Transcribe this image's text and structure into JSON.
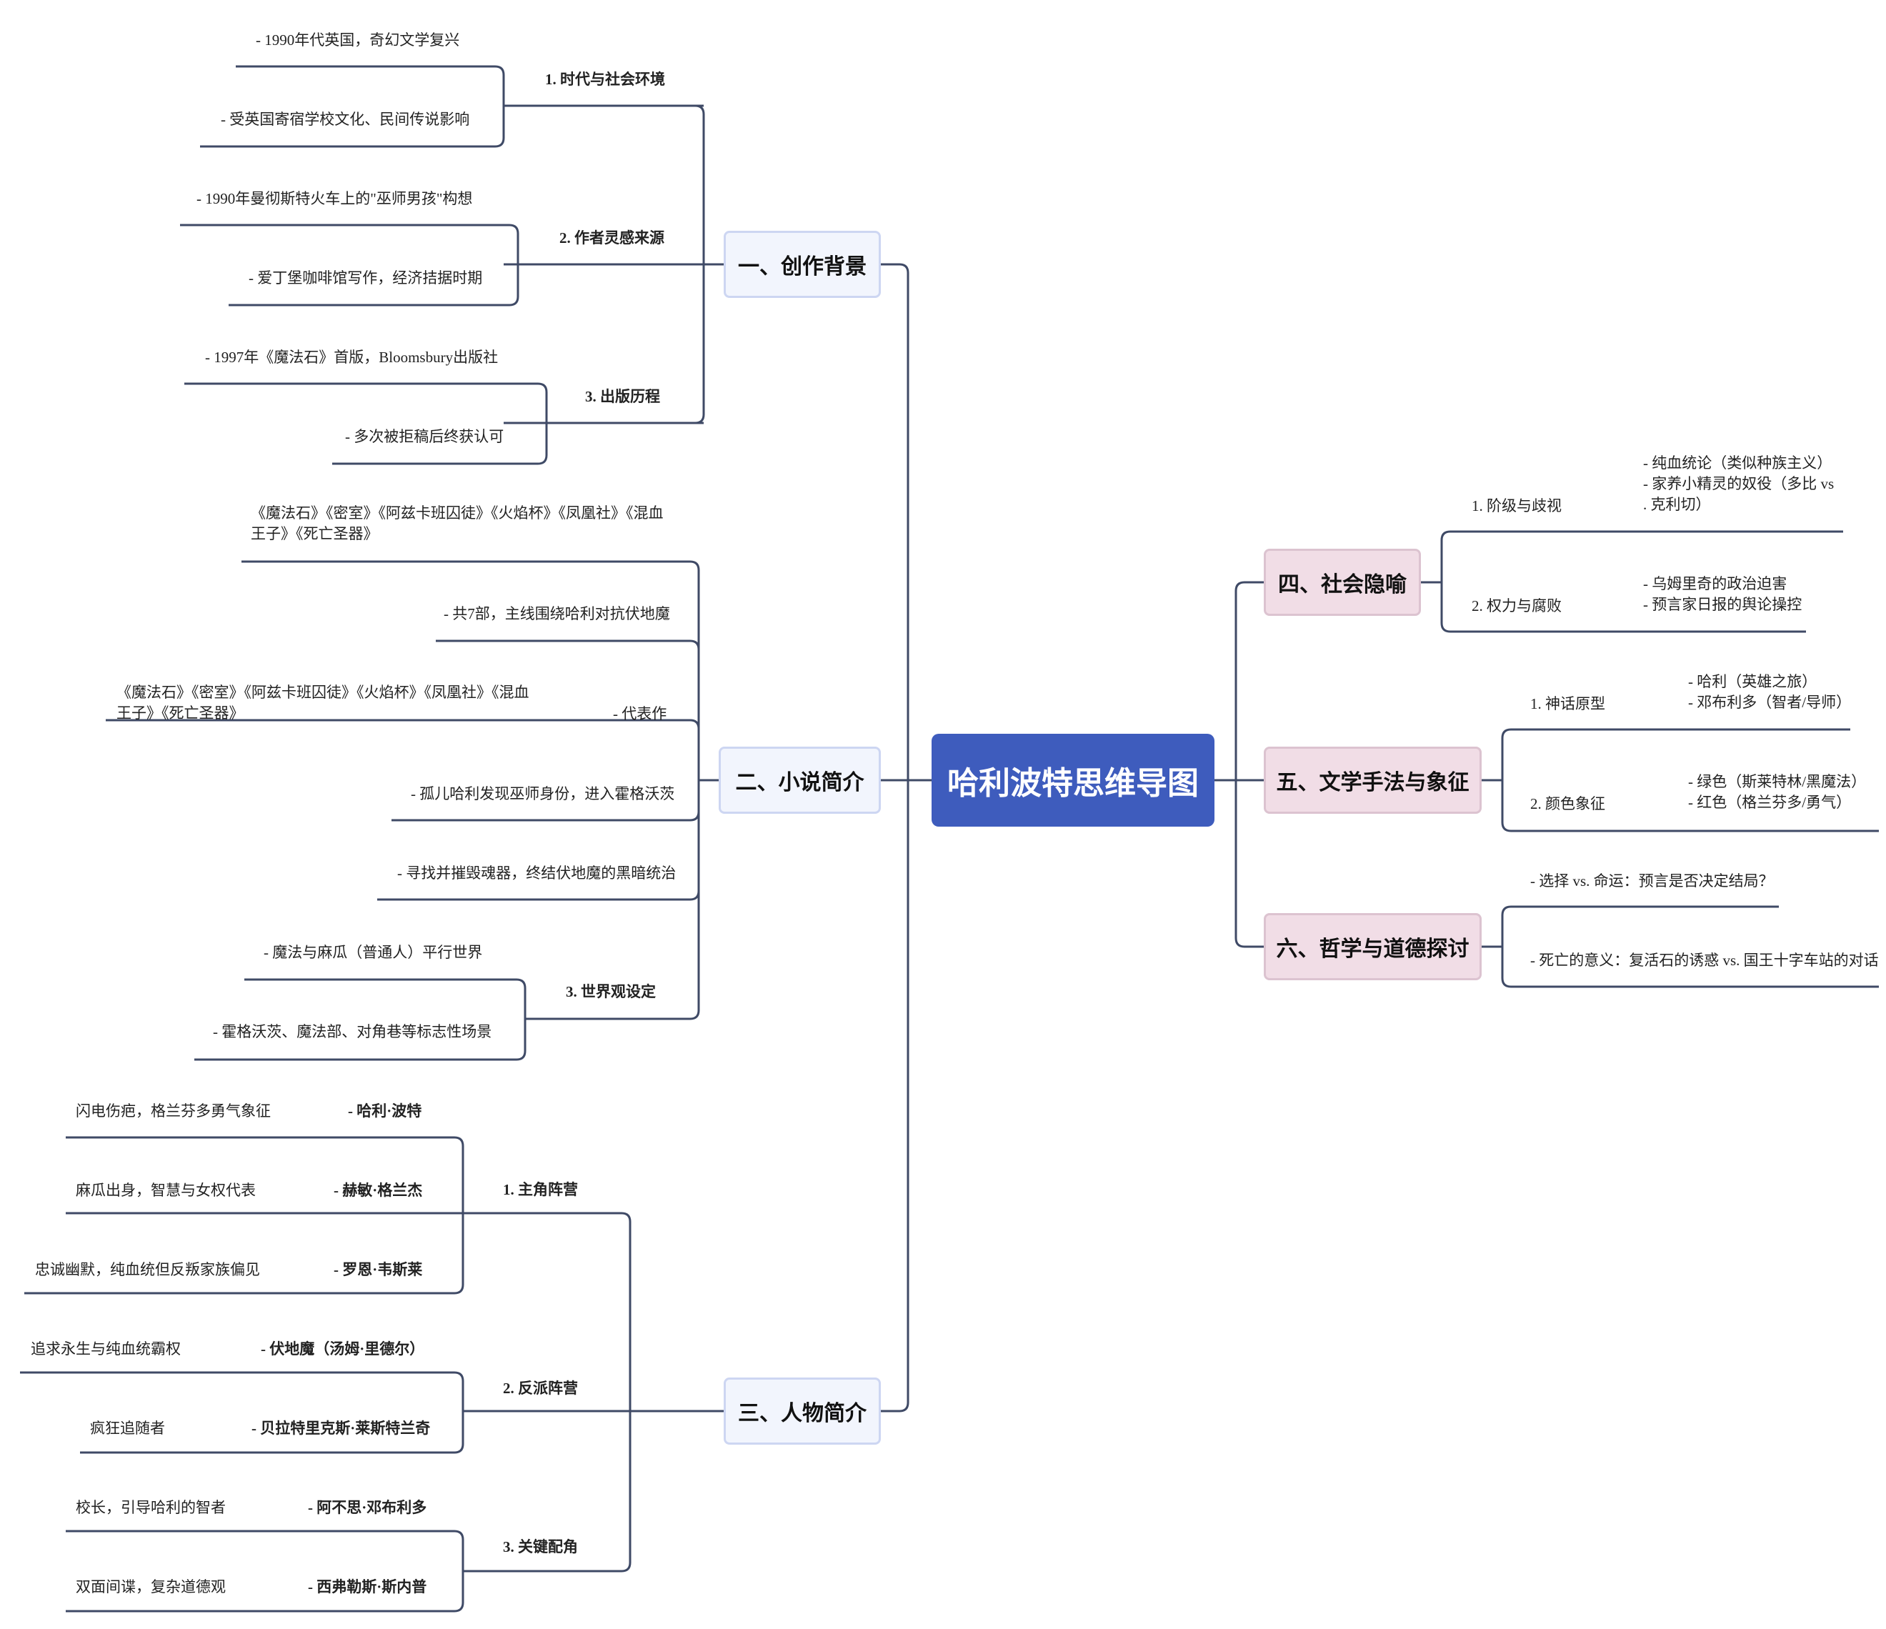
{
  "root": "哈利波特思维导图",
  "colors": {
    "root_fill": "#3e5cbd",
    "line": "#3f4a66",
    "left_node_fill": "#f2f5fd",
    "right_node_fill": "#f1dde6"
  },
  "branches": {
    "b1": {
      "title": "一、创作背景",
      "s1": {
        "title": "1. 时代与社会环境",
        "l1": "- 1990年代英国，奇幻文学复兴",
        "l2": "- 受英国寄宿学校文化、民间传说影响"
      },
      "s2": {
        "title": "2. 作者灵感来源",
        "l1": "- 1990年曼彻斯特火车上的\"巫师男孩\"构想",
        "l2": "- 爱丁堡咖啡馆写作，经济拮据时期"
      },
      "s3": {
        "title": "3. 出版历程",
        "l1": "- 1997年《魔法石》首版，Bloomsbury出版社",
        "l2": "- 多次被拒稿后终获认可"
      }
    },
    "b2": {
      "title": "二、小说简介",
      "i1": "《魔法石》《密室》《阿兹卡班囚徒》《火焰杯》《凤凰社》《混血\n王子》《死亡圣器》",
      "i2": "- 共7部，主线围绕哈利对抗伏地魔",
      "i3": {
        "title": "- 代表作",
        "l1": "《魔法石》《密室》《阿兹卡班囚徒》《火焰杯》《凤凰社》《混血\n王子》《死亡圣器》"
      },
      "i4": "- 孤儿哈利发现巫师身份，进入霍格沃茨",
      "i5": "- 寻找并摧毁魂器，终结伏地魔的黑暗统治",
      "s3": {
        "title": "3. 世界观设定",
        "l1": "- 魔法与麻瓜（普通人）平行世界",
        "l2": "- 霍格沃茨、魔法部、对角巷等标志性场景"
      }
    },
    "b3": {
      "title": "三、人物简介",
      "s1": {
        "title": "1. 主角阵营",
        "c1": {
          "name": "- 哈利·波特",
          "desc": "闪电伤疤，格兰芬多勇气象征"
        },
        "c2": {
          "name": "- 赫敏·格兰杰",
          "desc": "麻瓜出身，智慧与女权代表"
        },
        "c3": {
          "name": "- 罗恩·韦斯莱",
          "desc": "忠诚幽默，纯血统但反叛家族偏见"
        }
      },
      "s2": {
        "title": "2. 反派阵营",
        "c1": {
          "name": "- 伏地魔（汤姆·里德尔）",
          "desc": "追求永生与纯血统霸权"
        },
        "c2": {
          "name": "- 贝拉特里克斯·莱斯特兰奇",
          "desc": "疯狂追随者"
        }
      },
      "s3": {
        "title": "3. 关键配角",
        "c1": {
          "name": "- 阿不思·邓布利多",
          "desc": "校长，引导哈利的智者"
        },
        "c2": {
          "name": "- 西弗勒斯·斯内普",
          "desc": "双面间谍，复杂道德观"
        }
      }
    },
    "b4": {
      "title": "四、社会隐喻",
      "s1": {
        "title": "1. 阶级与歧视",
        "detail": "- 纯血统论（类似种族主义）\n- 家养小精灵的奴役（多比 vs\n. 克利切）"
      },
      "s2": {
        "title": "2. 权力与腐败",
        "detail": "- 乌姆里奇的政治迫害\n- 预言家日报的舆论操控"
      }
    },
    "b5": {
      "title": "五、文学手法与象征",
      "s1": {
        "title": "1. 神话原型",
        "detail": "- 哈利（英雄之旅）\n- 邓布利多（智者/导师）"
      },
      "s2": {
        "title": "2. 颜色象征",
        "detail": "- 绿色（斯莱特林/黑魔法）\n- 红色（格兰芬多/勇气）"
      }
    },
    "b6": {
      "title": "六、哲学与道德探讨",
      "l1": "- 选择 vs. 命运：预言是否决定结局？",
      "l2": "- 死亡的意义：复活石的诱惑 vs. 国王十字车站的对话"
    }
  }
}
